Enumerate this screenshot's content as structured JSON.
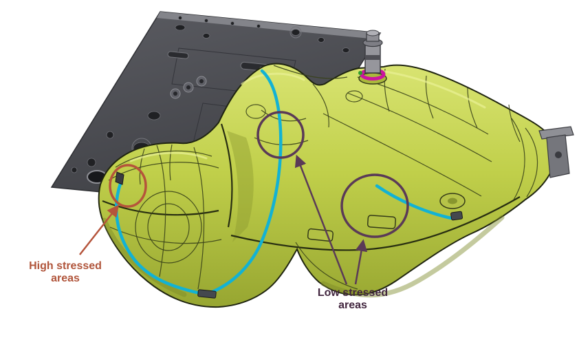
{
  "annotations": {
    "high_stressed": {
      "line1": "High stressed",
      "line2": "areas",
      "color": "#b0543a"
    },
    "low_stressed": {
      "line1": "Low stressed",
      "line2": "areas",
      "color": "#42263f"
    }
  },
  "colors": {
    "background": "#ffffff",
    "tank_body": "#c0cf4a",
    "tank_shadow": "#97a631",
    "tank_highlight": "#e9f195",
    "mount_plate": "#515257",
    "strap": "#12b2d4",
    "filler_ring": "#cc14a0",
    "high_marker": "#b5543b",
    "low_marker": "#5a3a57"
  }
}
